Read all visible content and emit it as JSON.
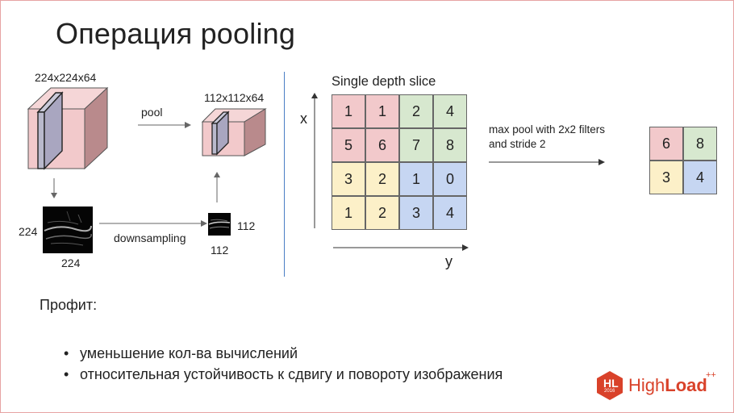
{
  "title": "Операция pooling",
  "left_diagram": {
    "input_dims": "224x224x64",
    "pool_label": "pool",
    "output_dims": "112x112x64",
    "downsampling_label": "downsampling",
    "input_size_left": "224",
    "input_size_bottom": "224",
    "output_size_right": "112",
    "output_size_bottom": "112"
  },
  "right_diagram": {
    "heading": "Single depth slice",
    "x_axis": "x",
    "y_axis": "y",
    "matrix": [
      [
        "1",
        "1",
        "2",
        "4"
      ],
      [
        "5",
        "6",
        "7",
        "8"
      ],
      [
        "3",
        "2",
        "1",
        "0"
      ],
      [
        "1",
        "2",
        "3",
        "4"
      ]
    ],
    "operation_line1": "max pool with 2x2 filters",
    "operation_line2": "and stride 2",
    "result": [
      [
        "6",
        "8"
      ],
      [
        "3",
        "4"
      ]
    ],
    "colors": {
      "red": "#f2c9cb",
      "green": "#d7e8cf",
      "yellow": "#fcf0c8",
      "blue": "#c6d6f2"
    }
  },
  "profit_label": "Профит:",
  "bullets": [
    "уменьшение кол-ва вычислений",
    "относительная устойчивость к сдвигу и повороту изображения"
  ],
  "logo": {
    "badge": "HL",
    "year": "2016",
    "brand_light": "High",
    "brand_bold": "Load",
    "plus": "++",
    "accent": "#d9422a"
  }
}
